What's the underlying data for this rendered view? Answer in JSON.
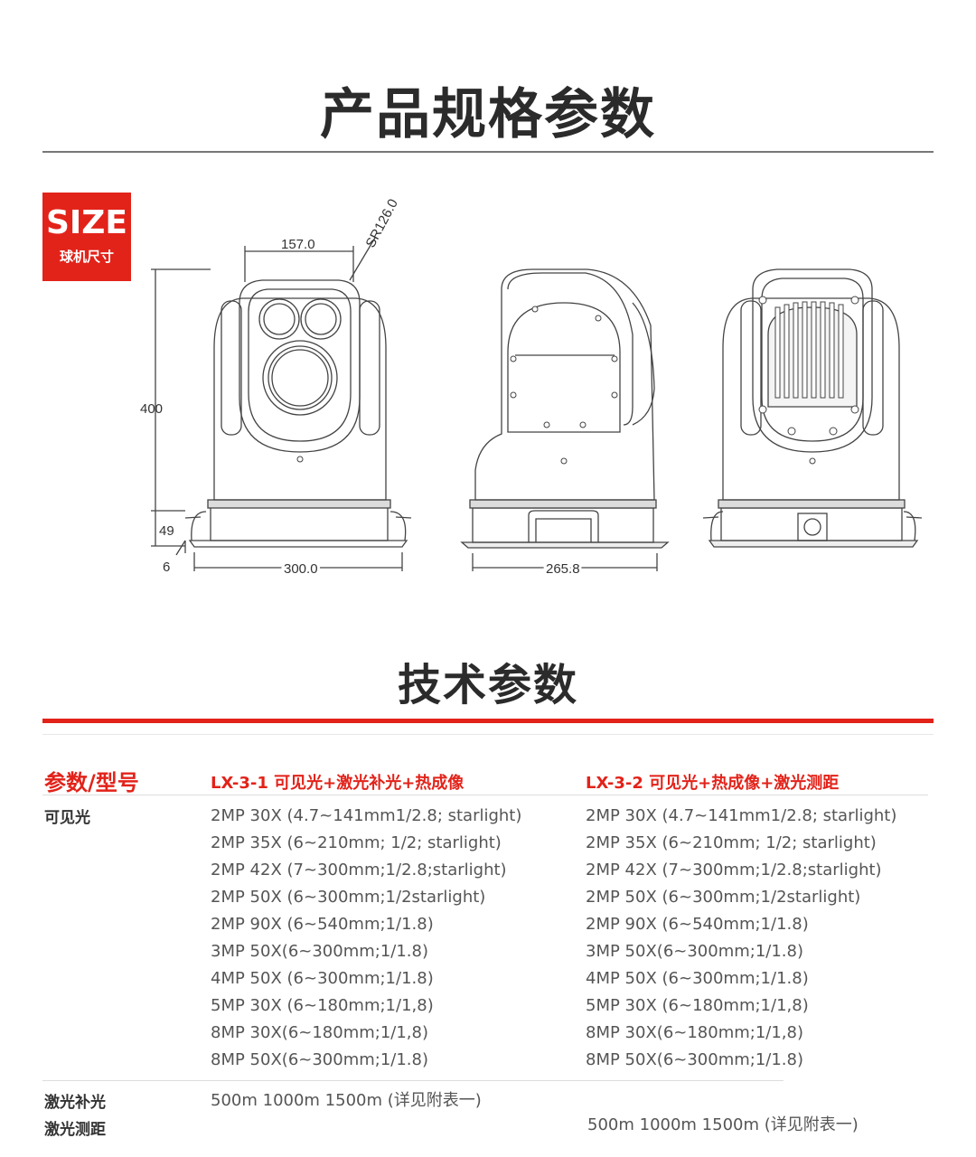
{
  "section1": {
    "title": "产品规格参数"
  },
  "badge": {
    "big": "SIZE",
    "small": "球机尺寸"
  },
  "dimensions": {
    "width_top": "157.0",
    "radius": "SR126.0",
    "height": "400",
    "base_height": "49",
    "base_thick": "6",
    "base_width": "300.0",
    "side_width": "265.8"
  },
  "section2": {
    "title": "技术参数"
  },
  "table": {
    "key_header": "参数/型号",
    "col1_header": "LX-3-1 可见光+激光补光+热成像",
    "col2_header": "LX-3-2 可见光+热成像+激光测距",
    "visible_label": "可见光",
    "visible_col1": [
      "2MP 30X (4.7~141mm1/2.8; starlight)",
      "2MP 35X (6~210mm; 1/2; starlight)",
      "2MP 42X (7~300mm;1/2.8;starlight)",
      "2MP 50X (6~300mm;1/2starlight)",
      "2MP 90X (6~540mm;1/1.8)",
      "3MP 50X(6~300mm;1/1.8)",
      "4MP 50X (6~300mm;1/1.8)",
      "5MP 30X (6~180mm;1/1,8)",
      "8MP 30X(6~180mm;1/1,8)",
      "8MP 50X(6~300mm;1/1.8)"
    ],
    "visible_col2": [
      "2MP 30X (4.7~141mm1/2.8; starlight)",
      "2MP 35X (6~210mm; 1/2; starlight)",
      "2MP 42X (7~300mm;1/2.8;starlight)",
      "2MP 50X (6~300mm;1/2starlight)",
      "2MP 90X (6~540mm;1/1.8)",
      "3MP 50X(6~300mm;1/1.8)",
      "4MP 50X (6~300mm;1/1.8)",
      "5MP 30X (6~180mm;1/1,8)",
      "8MP 30X(6~180mm;1/1,8)",
      "8MP 50X(6~300mm;1/1.8)"
    ],
    "laser_fill_label": "激光补光",
    "laser_fill_col1": "500m 1000m 1500m (详见附表一)",
    "laser_range_label": "激光测距",
    "laser_range_col2": "500m 1000m 1500m (详见附表一)"
  }
}
